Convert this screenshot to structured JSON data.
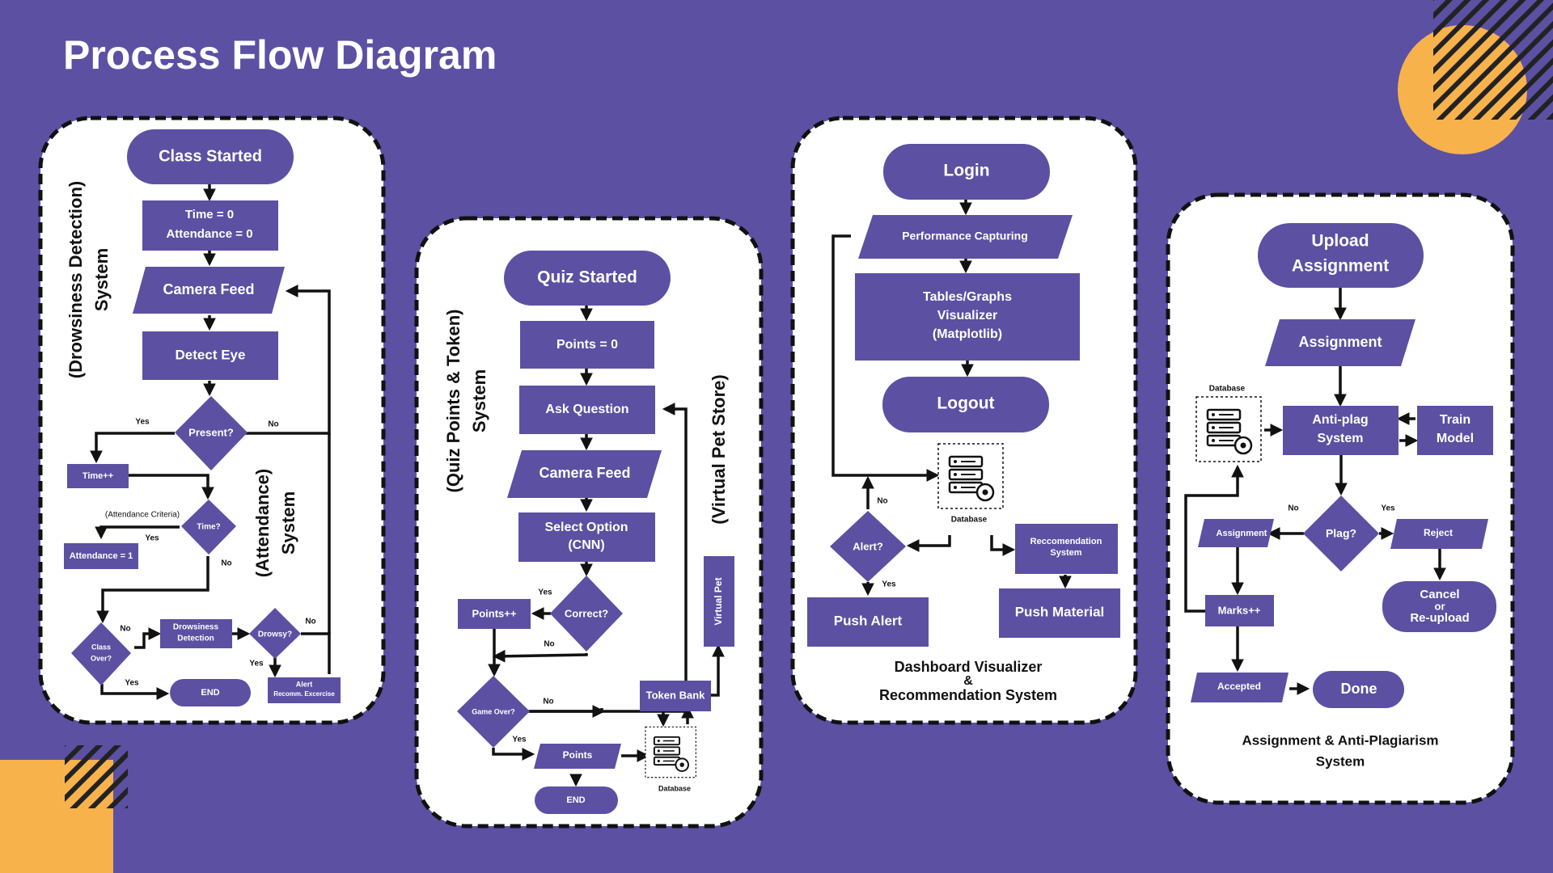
{
  "title": "Process Flow Diagram",
  "colors": {
    "background": "#5c50a3",
    "node": "#5c50a3",
    "panel": "#ffffff",
    "accent": "#f8b24c",
    "line": "#111111"
  },
  "icons": {
    "database": "database-server-icon"
  },
  "drowsiness": {
    "section_label_1": "(Drowsiness Detection)",
    "section_label_2": "System",
    "attendance_label_1": "(Attendance)",
    "attendance_label_2": "System",
    "class_started": "Class Started",
    "init_1": "Time = 0",
    "init_2": "Attendance = 0",
    "camera_feed": "Camera Feed",
    "detect_eye": "Detect Eye",
    "present": "Present?",
    "yes": "Yes",
    "no": "No",
    "time_inc": "Time++",
    "time_q": "Time?",
    "attendance_criteria": "(Attendance Criteria)",
    "attendance_set": "Attendance = 1",
    "class_over_1": "Class",
    "class_over_2": "Over?",
    "drowsiness_detection_1": "Drowsiness",
    "drowsiness_detection_2": "Detection",
    "drowsy_q": "Drowsy?",
    "end": "END",
    "alert_1": "Alert",
    "alert_2": "Recomm. Excercise"
  },
  "quiz": {
    "section_label_1": "(Quiz Points & Token)",
    "section_label_2": "System",
    "pet_label": "(Virtual Pet Store)",
    "quiz_started": "Quiz Started",
    "points_zero": "Points = 0",
    "ask_question": "Ask Question",
    "camera_feed": "Camera Feed",
    "select_option_1": "Select Option",
    "select_option_2": "(CNN)",
    "correct_q": "Correct?",
    "points_inc": "Points++",
    "game_over_q": "Game Over?",
    "points": "Points",
    "end": "END",
    "token_bank": "Token Bank",
    "virtual_pet": "Virtual Pet",
    "database": "Database",
    "yes": "Yes",
    "no": "No"
  },
  "dashboard": {
    "login": "Login",
    "performance_capturing": "Performance Capturing",
    "visualizer_1": "Tables/Graphs",
    "visualizer_2": "Visualizer",
    "visualizer_3": "(Matplotlib)",
    "logout": "Logout",
    "database": "Database",
    "alert_q": "Alert?",
    "push_alert": "Push Alert",
    "recommendation_1": "Reccomendation",
    "recommendation_2": "System",
    "push_material": "Push Material",
    "caption_1": "Dashboard Visualizer",
    "caption_2": "&",
    "caption_3": "Recommendation System",
    "yes": "Yes",
    "no": "No"
  },
  "assignment": {
    "upload_1": "Upload",
    "upload_2": "Assignment",
    "assignment": "Assignment",
    "database": "Database",
    "antiplag_1": "Anti-plag",
    "antiplag_2": "System",
    "train_1": "Train",
    "train_2": "Model",
    "plag_q": "Plag?",
    "assignment_small": "Assignment",
    "reject": "Reject",
    "marks_inc": "Marks++",
    "cancel_1": "Cancel",
    "cancel_2": "or",
    "cancel_3": "Re-upload",
    "accepted": "Accepted",
    "done": "Done",
    "caption_1": "Assignment & Anti-Plagiarism",
    "caption_2": "System",
    "yes": "Yes",
    "no": "No"
  }
}
